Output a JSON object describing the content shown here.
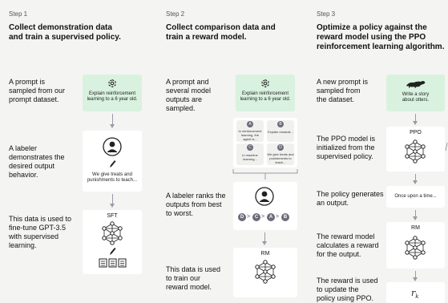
{
  "step1": {
    "step": "Step 1",
    "title": [
      "Collect demonstration data",
      "and train a supervised policy."
    ],
    "desc1": [
      "A prompt is",
      "sampled from our",
      "prompt dataset."
    ],
    "desc2": [
      "A labeler",
      "demonstrates the",
      "desired output",
      "behavior."
    ],
    "desc3": [
      "This data is used to",
      "fine-tune GPT-3.5",
      "with supervised",
      "learning."
    ],
    "prompt_card": [
      "Explain reinforcement",
      "learning to a 6 year old."
    ],
    "demo_card": [
      "We give treats and",
      "punishments to teach..."
    ],
    "model_label": "SFT"
  },
  "step2": {
    "step": "Step 2",
    "title": [
      "Collect comparison data and",
      "train a reward model."
    ],
    "desc1": [
      "A prompt and",
      "several model",
      "outputs are",
      "sampled."
    ],
    "desc2": [
      "A labeler ranks the",
      "outputs from best",
      "to worst."
    ],
    "desc3": [
      "This data is used",
      "to train our",
      "reward model."
    ],
    "prompt_card": [
      "Explain reinforcement",
      "learning to a 6 year old."
    ],
    "outputs": [
      {
        "letter": "A",
        "text": [
          "In reinforcement",
          "learning, the",
          "agent is..."
        ]
      },
      {
        "letter": "B",
        "text": [
          "Explain rewards..."
        ]
      },
      {
        "letter": "C",
        "text": [
          "In machine",
          "learning..."
        ]
      },
      {
        "letter": "D",
        "text": [
          "We give treats and",
          "punishments to",
          "teach..."
        ]
      }
    ],
    "ranking": [
      "D",
      "C",
      "A",
      "B"
    ],
    "model_label": "RM"
  },
  "step3": {
    "step": "Step 3",
    "title": [
      "Optimize a policy against the",
      "reward model using the PPO",
      "reinforcement learning algorithm."
    ],
    "desc1": [
      "A new prompt is",
      "sampled from",
      "the dataset."
    ],
    "desc2": [
      "The PPO model is",
      "initialized from the",
      "supervised policy."
    ],
    "desc3": [
      "The policy generates",
      "an output."
    ],
    "desc4": [
      "The reward model",
      "calculates a reward",
      "for the output."
    ],
    "desc5": [
      "The reward is used",
      "to update the",
      "policy using PPO."
    ],
    "prompt_card": [
      "Write a story",
      "about otters."
    ],
    "ppo_label": "PPO",
    "output_text": "Once upon a time...",
    "rm_label": "RM",
    "reward_symbol": "r",
    "reward_sub": "k"
  },
  "colors": {
    "panel": "#f4f4f2",
    "card": "#ffffff",
    "prompt_card": "#d9f2df",
    "arrow": "#9a9aa8",
    "badge": "#6b6b7b"
  },
  "icons": [
    "openai-logo-icon",
    "otter-icon",
    "labeler-person-icon",
    "pencil-icon",
    "document-stack-icon",
    "neural-network-icon"
  ]
}
